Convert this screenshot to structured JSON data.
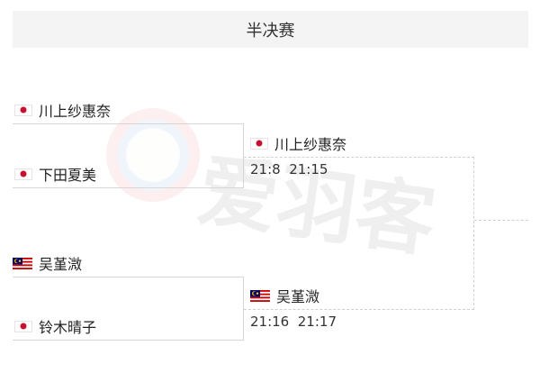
{
  "header": {
    "title": "半决赛"
  },
  "watermark": {
    "text": "爱羽客"
  },
  "match1": {
    "player_top": {
      "name": "川上纱惠奈",
      "flag": "japan-flag-icon"
    },
    "player_bottom": {
      "name": "下田夏美",
      "flag": "japan-flag-icon"
    }
  },
  "match2": {
    "player_top": {
      "name": "吴堇溦",
      "flag": "malaysia-flag-icon"
    },
    "player_bottom": {
      "name": "铃木晴子",
      "flag": "japan-flag-icon"
    }
  },
  "round2": {
    "winner_top": {
      "name": "川上纱惠奈",
      "score": "21:8  21:15"
    },
    "winner_bottom": {
      "name": "吴堇溦",
      "score": "21:16  21:17"
    }
  },
  "colors": {
    "japan_red": "#c8102e",
    "malaysia_blue": "#010066",
    "malaysia_red": "#cc0001",
    "malaysia_yellow": "#ffcc00"
  }
}
